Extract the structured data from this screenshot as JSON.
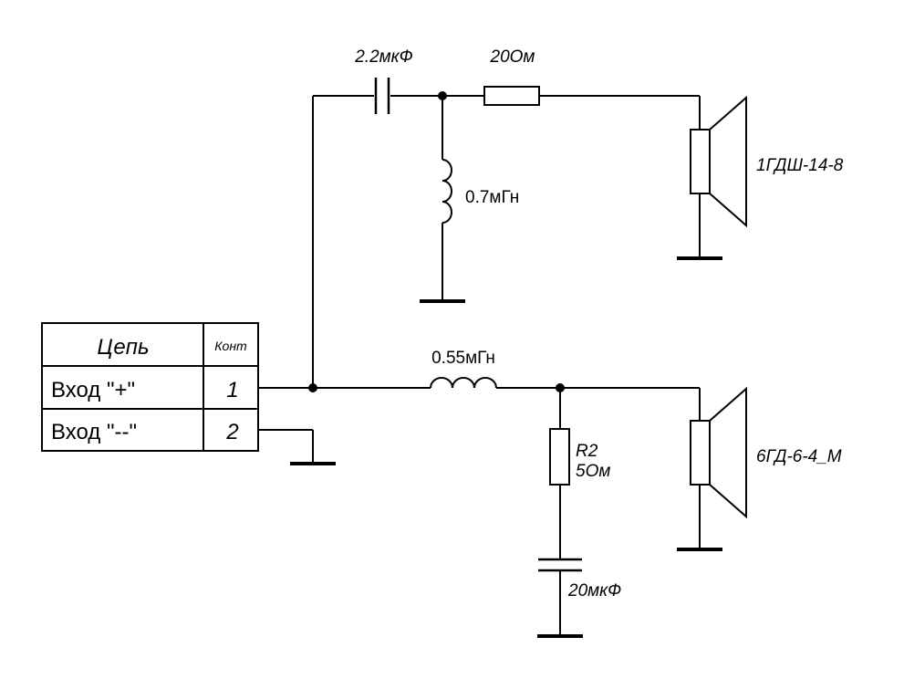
{
  "connector_table": {
    "header_circuit": "Цепь",
    "header_contact": "Конт",
    "rows": [
      {
        "circuit": "Вход \"+\"",
        "contact": "1"
      },
      {
        "circuit": "Вход \"--\"",
        "contact": "2"
      }
    ]
  },
  "components": {
    "c1": {
      "value": "2.2мкФ"
    },
    "r1": {
      "value": "20Ом"
    },
    "l1": {
      "value": "0.7мГн"
    },
    "l2": {
      "value": "0.55мГн"
    },
    "r2": {
      "ref": "R2",
      "value": "5Ом"
    },
    "c2": {
      "value": "20мкФ"
    },
    "speaker_hf": {
      "model": "1ГДШ-14-8"
    },
    "speaker_lf": {
      "model": "6ГД-6-4_М"
    }
  }
}
